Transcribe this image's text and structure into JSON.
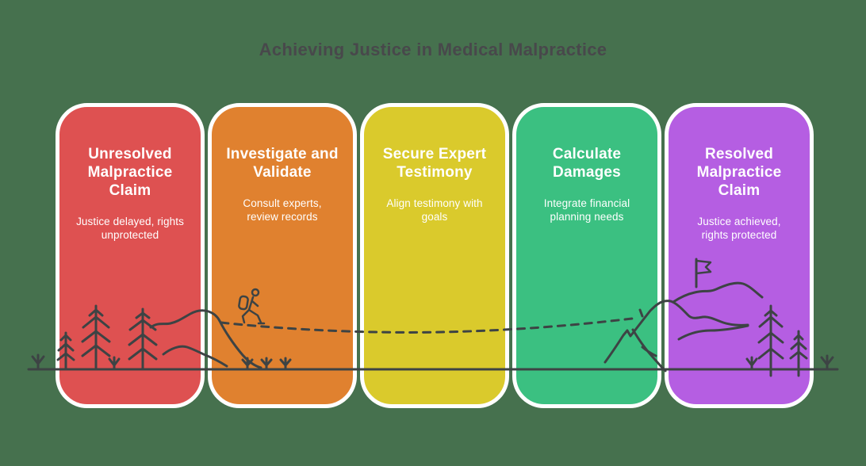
{
  "page": {
    "title": "Achieving Justice in Medical Malpractice"
  },
  "colors": {
    "background": "#46714E",
    "title_text": "#48484B",
    "card_text": "#FFFFFF",
    "card_border": "#FFFFFF",
    "line_art": "#3D4344",
    "step_red": "#DE5151",
    "step_orange": "#E0812F",
    "step_yellow": "#DACA2C",
    "step_green": "#3BC081",
    "step_purple": "#B55EE2"
  },
  "cards": [
    {
      "title": "Unresolved\nMalpractice\nClaim",
      "subtitle": "Justice delayed, rights\nunprotected",
      "color": "#DE5151"
    },
    {
      "title": "Investigate and\nValidate",
      "subtitle": "Consult experts,\nreview records",
      "color": "#E0812F"
    },
    {
      "title": "Secure Expert\nTestimony",
      "subtitle": "Align testimony with\ngoals",
      "color": "#DACA2C"
    },
    {
      "title": "Calculate\nDamages",
      "subtitle": "Integrate financial\nplanning needs",
      "color": "#3BC081"
    },
    {
      "title": "Resolved\nMalpractice\nClaim",
      "subtitle": "Justice achieved,\nrights protected",
      "color": "#B55EE2"
    }
  ],
  "illustration": {
    "elements": [
      "ground-line",
      "grass-icon",
      "pine-tree-icon",
      "hill-icon",
      "hiker-icon",
      "trail-dashed-line",
      "mountain-icon",
      "flag-icon",
      "ridge-line"
    ]
  }
}
